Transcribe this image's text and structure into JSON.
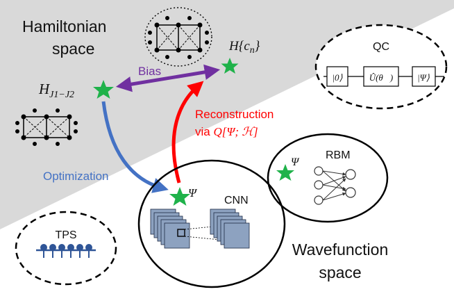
{
  "regions": {
    "hamiltonian_title_line1": "Hamiltonian",
    "hamiltonian_title_line2": "space",
    "wavefunction_title_line1": "Wavefunction",
    "wavefunction_title_line2": "space"
  },
  "hamiltonians": {
    "j1j2": {
      "symbol": "H",
      "subscript": "J1−J2"
    },
    "reconstructed": {
      "label": "H{c",
      "subscript": "n",
      "close": "}"
    }
  },
  "arrows": {
    "bias": "Bias",
    "optimization": "Optimization",
    "reconstruction_line1": "Reconstruction",
    "reconstruction_line2_prefix": "via ",
    "reconstruction_line2_math": "Q[Ψ; ℋ]"
  },
  "ansatz": {
    "cnn": "CNN",
    "rbm": "RBM",
    "tps": "TPS",
    "qc": "QC",
    "psi": "Ψ",
    "qc_gates": [
      "|0⟩",
      "Û(θ⃗)",
      "|Ψ⟩"
    ]
  },
  "colors": {
    "hamiltonian_region": "#d9d9d9",
    "star": "#1fb24a",
    "bias_arrow": "#7030a0",
    "optimization_arrow": "#4472c4",
    "reconstruction_arrow": "#ff0000",
    "cnn_filter": "#8da2c0",
    "tps_node": "#2f5597"
  }
}
